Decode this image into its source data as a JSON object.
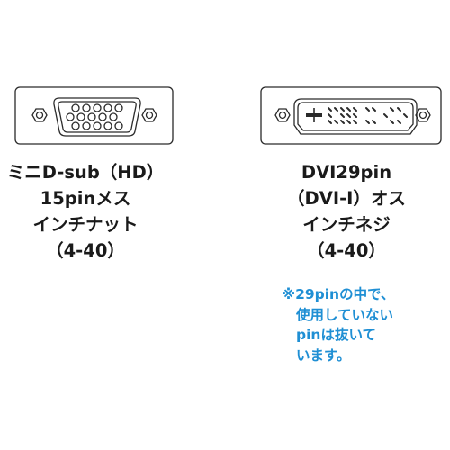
{
  "connectors": {
    "left": {
      "label_lines": [
        "ミニD-sub（HD）",
        "15pinメス",
        "インチナット",
        "（4-40）"
      ],
      "pin_rows": [
        5,
        5,
        5
      ]
    },
    "right": {
      "label_lines": [
        "DVI29pin",
        "（DVI-I）オス",
        "インチネジ",
        "（4-40）"
      ]
    }
  },
  "note": {
    "lines": [
      "※29pinの中で、",
      "使用していない",
      "pinは抜いて",
      "います。"
    ],
    "color": "#1f8fd4"
  },
  "colors": {
    "outline": "#2a2a2a",
    "text": "#1a1a1a",
    "background": "#ffffff"
  }
}
